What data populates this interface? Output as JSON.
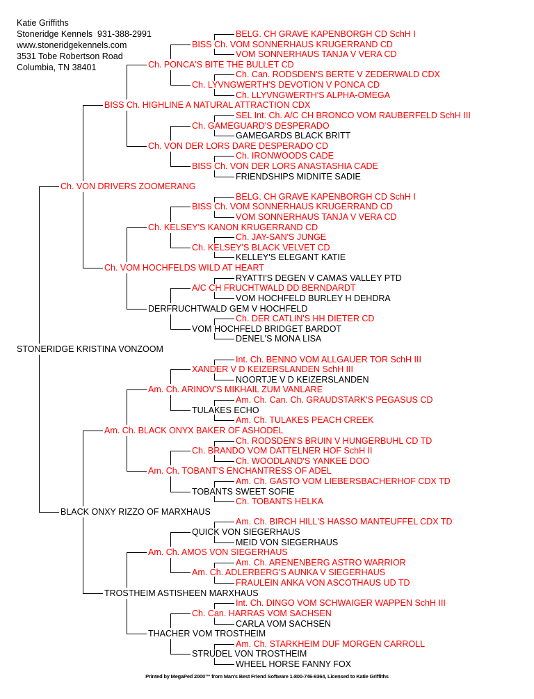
{
  "header": {
    "name": "Katie Griffiths",
    "kennel": "Stoneridge Kennels  931-388-2991",
    "website": "www.stoneridgekennels.com",
    "address": "3531 Tobe Robertson Road",
    "city": "Columbia, TN 38401"
  },
  "colors": {
    "titled": "#ff0000",
    "untitled": "#000000"
  },
  "pedigree": {
    "gen0": [
      {
        "name": "STONERIDGE KRISTINA VONZOOM",
        "titled": false
      }
    ],
    "gen1": [
      {
        "name": "Ch. VON DRIVERS ZOOMERANG",
        "titled": true
      },
      {
        "name": "BLACK ONXY RIZZO OF MARXHAUS",
        "titled": false
      }
    ],
    "gen2": [
      {
        "name": "BISS Ch. HIGHLINE A NATURAL ATTRACTION CDX",
        "titled": true
      },
      {
        "name": "Ch. VOM HOCHFELDS WILD AT HEART",
        "titled": true
      },
      {
        "name": "Am. Ch. BLACK ONYX BAKER OF ASHODEL",
        "titled": true
      },
      {
        "name": "TROSTHEIM ASTISHEEN MARXHAUS",
        "titled": false
      }
    ],
    "gen3": [
      {
        "name": "Ch. PONCA'S BITE THE BULLET CD",
        "titled": true
      },
      {
        "name": "Ch. VON DER LORS DARE DESPERADO CD",
        "titled": true
      },
      {
        "name": "Ch. KELSEY'S KANON KRUGERRAND CD",
        "titled": true
      },
      {
        "name": "DERFRUCHTWALD GEM V HOCHFELD",
        "titled": false
      },
      {
        "name": "Am. Ch. ARINOV'S MIKHAIL ZUM VANLARE",
        "titled": true
      },
      {
        "name": "Am. Ch. TOBANT'S ENCHANTRESS OF ADEL",
        "titled": true
      },
      {
        "name": "Am. Ch. AMOS VON SIEGERHAUS",
        "titled": true
      },
      {
        "name": "THACHER VOM TROSTHEIM",
        "titled": false
      }
    ],
    "gen4": [
      {
        "name": "BISS Ch. VOM SONNERHAUS KRUGERRAND CD",
        "titled": true
      },
      {
        "name": "Ch. LYVNGWERTH'S DEVOTION V PONCA CD",
        "titled": true
      },
      {
        "name": "Ch. GAMEGUARD'S DESPERADO",
        "titled": true
      },
      {
        "name": "BISS Ch. VON DER LORS ANASTASHIA CADE",
        "titled": true
      },
      {
        "name": "BISS Ch. VOM SONNERHAUS KRUGERRAND CD",
        "titled": true
      },
      {
        "name": "Ch. KELSEY'S BLACK VELVET CD",
        "titled": true
      },
      {
        "name": "A/C CH FRUCHTWALD DD BERNDARDT",
        "titled": true
      },
      {
        "name": "VOM HOCHFELD BRIDGET BARDOT",
        "titled": false
      },
      {
        "name": "XANDER V D KEIZERSLANDEN SchH III",
        "titled": true
      },
      {
        "name": "TULAKES ECHO",
        "titled": false
      },
      {
        "name": "Ch. BRANDO VOM DATTELNER HOF SchH II",
        "titled": true
      },
      {
        "name": "TOBANTS SWEET SOFIE",
        "titled": false
      },
      {
        "name": "QUICK VON SIEGERHAUS",
        "titled": false
      },
      {
        "name": "Am. Ch. ADLERBERG'S AUNKA V SIEGERHAUS",
        "titled": true
      },
      {
        "name": "Ch. Can. HARRAS VOM SACHSEN",
        "titled": true
      },
      {
        "name": "STRUDEL VON TROSTHEIM",
        "titled": false
      }
    ],
    "gen5": [
      {
        "name": "BELG. CH GRAVE KAPENBORGH CD SchH I",
        "titled": true
      },
      {
        "name": "VOM SONNERHAUS TANJA V VERA CD",
        "titled": true
      },
      {
        "name": "Ch. Can. RODSDEN'S BERTE V ZEDERWALD CDX",
        "titled": true
      },
      {
        "name": "Ch. LLYVNGWERTH'S ALPHA-OMEGA",
        "titled": true
      },
      {
        "name": "SEL Int. Ch. A/C CH BRONCO VOM RAUBERFELD SchH III",
        "titled": true
      },
      {
        "name": "GAMEGARDS BLACK BRITT",
        "titled": false
      },
      {
        "name": "Ch. IRONWOODS CADE",
        "titled": true
      },
      {
        "name": "FRIENDSHIPS MIDNITE SADIE",
        "titled": false
      },
      {
        "name": "BELG. CH GRAVE KAPENBORGH CD SchH I",
        "titled": true
      },
      {
        "name": "VOM SONNERHAUS TANJA V VERA CD",
        "titled": true
      },
      {
        "name": "Ch. JAY-SAN'S JUNGE",
        "titled": true
      },
      {
        "name": "KELLEY'S ELEGANT KATIE",
        "titled": false
      },
      {
        "name": "RYATTI'S DEGEN V CAMAS VALLEY PTD",
        "titled": false
      },
      {
        "name": "VOM HOCHFELD BURLEY H DEHDRA",
        "titled": false
      },
      {
        "name": "Ch. DER CATLIN'S HH DIETER CD",
        "titled": true
      },
      {
        "name": "DENEL'S MONA LISA",
        "titled": false
      },
      {
        "name": "Int. Ch. BENNO VOM ALLGAUER TOR SchH III",
        "titled": true
      },
      {
        "name": "NOORTJE V D KEIZERSLANDEN",
        "titled": false
      },
      {
        "name": "Am. Ch. Can. Ch. GRAUDSTARK'S PEGASUS CD",
        "titled": true
      },
      {
        "name": "Am. Ch. TULAKES PEACH CREEK",
        "titled": true
      },
      {
        "name": "Ch. RODSDEN'S BRUIN V HUNGERBUHL CD TD",
        "titled": true
      },
      {
        "name": "Ch. WOODLAND'S YANKEE DOO",
        "titled": true
      },
      {
        "name": "Am. Ch. GASTO VOM LIEBERSBACHERHOF CDX TD",
        "titled": true
      },
      {
        "name": "Ch. TOBANTS HELKA",
        "titled": true
      },
      {
        "name": "Am. Ch. BIRCH HILL'S HASSO MANTEUFFEL CDX TD",
        "titled": true
      },
      {
        "name": "MEID VON SIEGERHAUS",
        "titled": false
      },
      {
        "name": "Am. Ch. ARENENBERG ASTRO WARRIOR",
        "titled": true
      },
      {
        "name": "FRAULEIN ANKA VON ASCOTHAUS UD TD",
        "titled": true
      },
      {
        "name": "Int. Ch. DINGO VOM SCHWAIGER WAPPEN SchH III",
        "titled": true
      },
      {
        "name": "CARLA VOM SACHSEN",
        "titled": false
      },
      {
        "name": "Am. Ch. STARKHEIM DUF MORGEN CARROLL",
        "titled": true
      },
      {
        "name": "WHEEL HORSE FANNY FOX",
        "titled": false
      }
    ]
  },
  "footer": "Printed by MegaPed 2000™ from Man's Best Friend Software 1-800-746-9364, Licensed to Katie Griffiths"
}
